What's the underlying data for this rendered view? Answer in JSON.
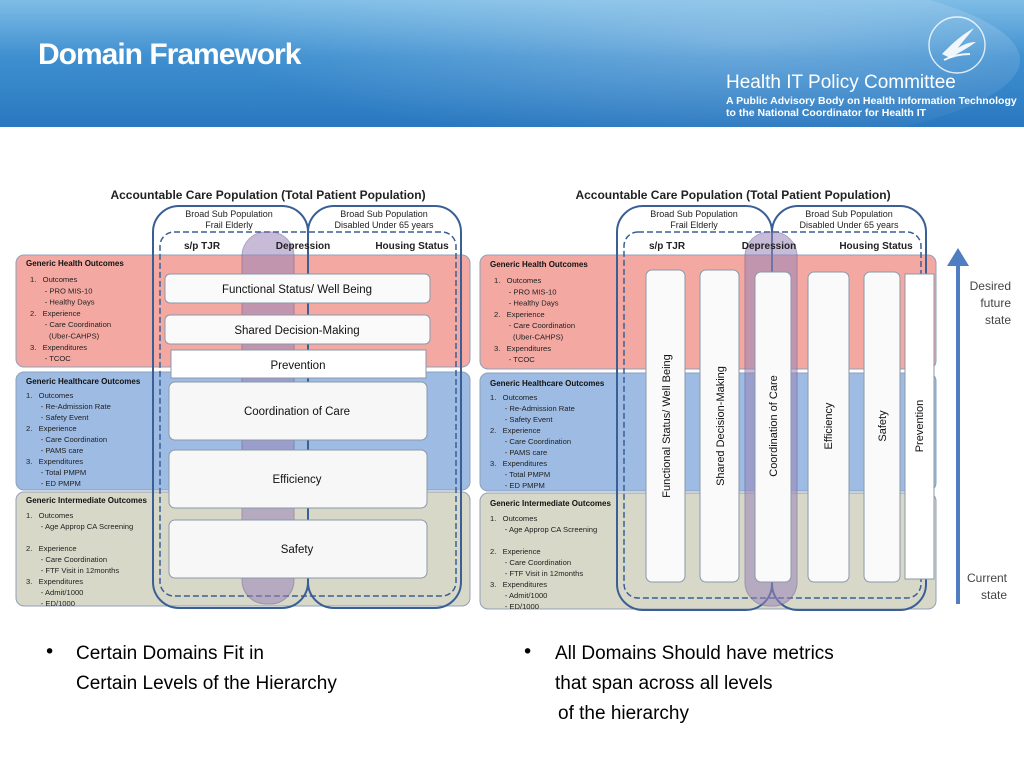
{
  "header": {
    "title": "Domain Framework",
    "committee_name": "Health IT Policy Committee",
    "committee_sub_line1": "A Public Advisory Body on Health Information Technology",
    "committee_sub_line2": "to the National Coordinator for Health IT"
  },
  "panel_common": {
    "population_title": "Accountable Care Population (Total Patient Population)",
    "subpop1_line1": "Broad Sub Population",
    "subpop1_line2": "Frail Elderly",
    "subpop2_line1": "Broad Sub Population",
    "subpop2_line2": "Disabled Under 65 years",
    "tag_sptjr": "s/p TJR",
    "tag_depression": "Depression",
    "tag_housing": "Housing Status"
  },
  "left_outcomes": {
    "health_title": "Generic Health Outcomes",
    "health_lines": [
      "1.   Outcomes",
      "       - PRO MIS-10",
      "       - Healthy Days",
      "2.   Experience",
      "       - Care Coordination",
      "         (Uber-CAHPS)",
      "3.   Expenditures",
      "       - TCOC"
    ],
    "healthcare_title": "Generic Healthcare Outcomes",
    "healthcare_lines": [
      "1.   Outcomes",
      "       - Re-Admission Rate",
      "       - Safety Event",
      "2.   Experience",
      "       - Care Coordination",
      "       - PAMS care",
      "3.   Expenditures",
      "       - Total PMPM",
      "       - ED PMPM"
    ],
    "intermediate_title": "Generic Intermediate Outcomes",
    "intermediate_lines": [
      "1.   Outcomes",
      "       - Age Approp CA Screening",
      "",
      "2.   Experience",
      "       - Care Coordination",
      "       - FTF Visit in 12months",
      "3.   Expenditures",
      "       - Admit/1000",
      "       - ED/1000"
    ]
  },
  "right_outcomes": {
    "health_title": "Generic Health Outcomes",
    "health_lines": [
      "1.   Outcomes",
      "       - PRO MIS-10",
      "       - Healthy Days",
      "2.   Experience",
      "       - Care Coordination",
      "         (Uber-CAHPS)",
      "3.   Expenditures",
      "       - TCOC"
    ],
    "healthcare_title": "Generic Healthcare Outcomes",
    "healthcare_lines": [
      "1.   Outcomes",
      "       - Re-Admission Rate",
      "       - Safety Event",
      "2.   Experience",
      "       - Care Coordination",
      "       - PAMS care",
      "3.   Expenditures",
      "       - Total PMPM",
      "       - ED PMPM"
    ],
    "intermediate_title": "Generic Intermediate Outcomes",
    "intermediate_lines": [
      "1.   Outcomes",
      "       - Age Approp CA Screening",
      "",
      "2.   Experience",
      "       - Care Coordination",
      "       - FTF Visit in 12months",
      "3.   Expenditures",
      "       - Admit/1000",
      "       - ED/1000"
    ]
  },
  "left_domains": {
    "functional": "Functional Status/ Well Being",
    "shared": "Shared Decision-Making",
    "prevention": "Prevention",
    "coordination": "Coordination of Care",
    "efficiency": "Efficiency",
    "safety": "Safety"
  },
  "right_domains": {
    "functional": "Functional Status/ Well Being",
    "shared": "Shared Decision-Making",
    "coordination": "Coordination of Care",
    "efficiency": "Efficiency",
    "safety": "Safety",
    "prevention": "Prevention"
  },
  "arrow": {
    "top_line1": "Desired",
    "top_line2": "future",
    "top_line3": "state",
    "bottom_line1": "Current",
    "bottom_line2": "state"
  },
  "bullets": {
    "left_line1": "Certain Domains Fit in",
    "left_line2": "Certain Levels of the Hierarchy",
    "right_line1": "All Domains Should have metrics",
    "right_line2": "that span across all levels",
    "right_line3": "of the hierarchy"
  },
  "colors": {
    "health_band": "#f3a9a2",
    "healthcare_band": "#9dbbe3",
    "intermediate_band": "#d8d8c8",
    "outline_blue": "#3a5f95",
    "arrow_blue": "#4f7fc0",
    "purple_overlay": "#9a85b9"
  }
}
